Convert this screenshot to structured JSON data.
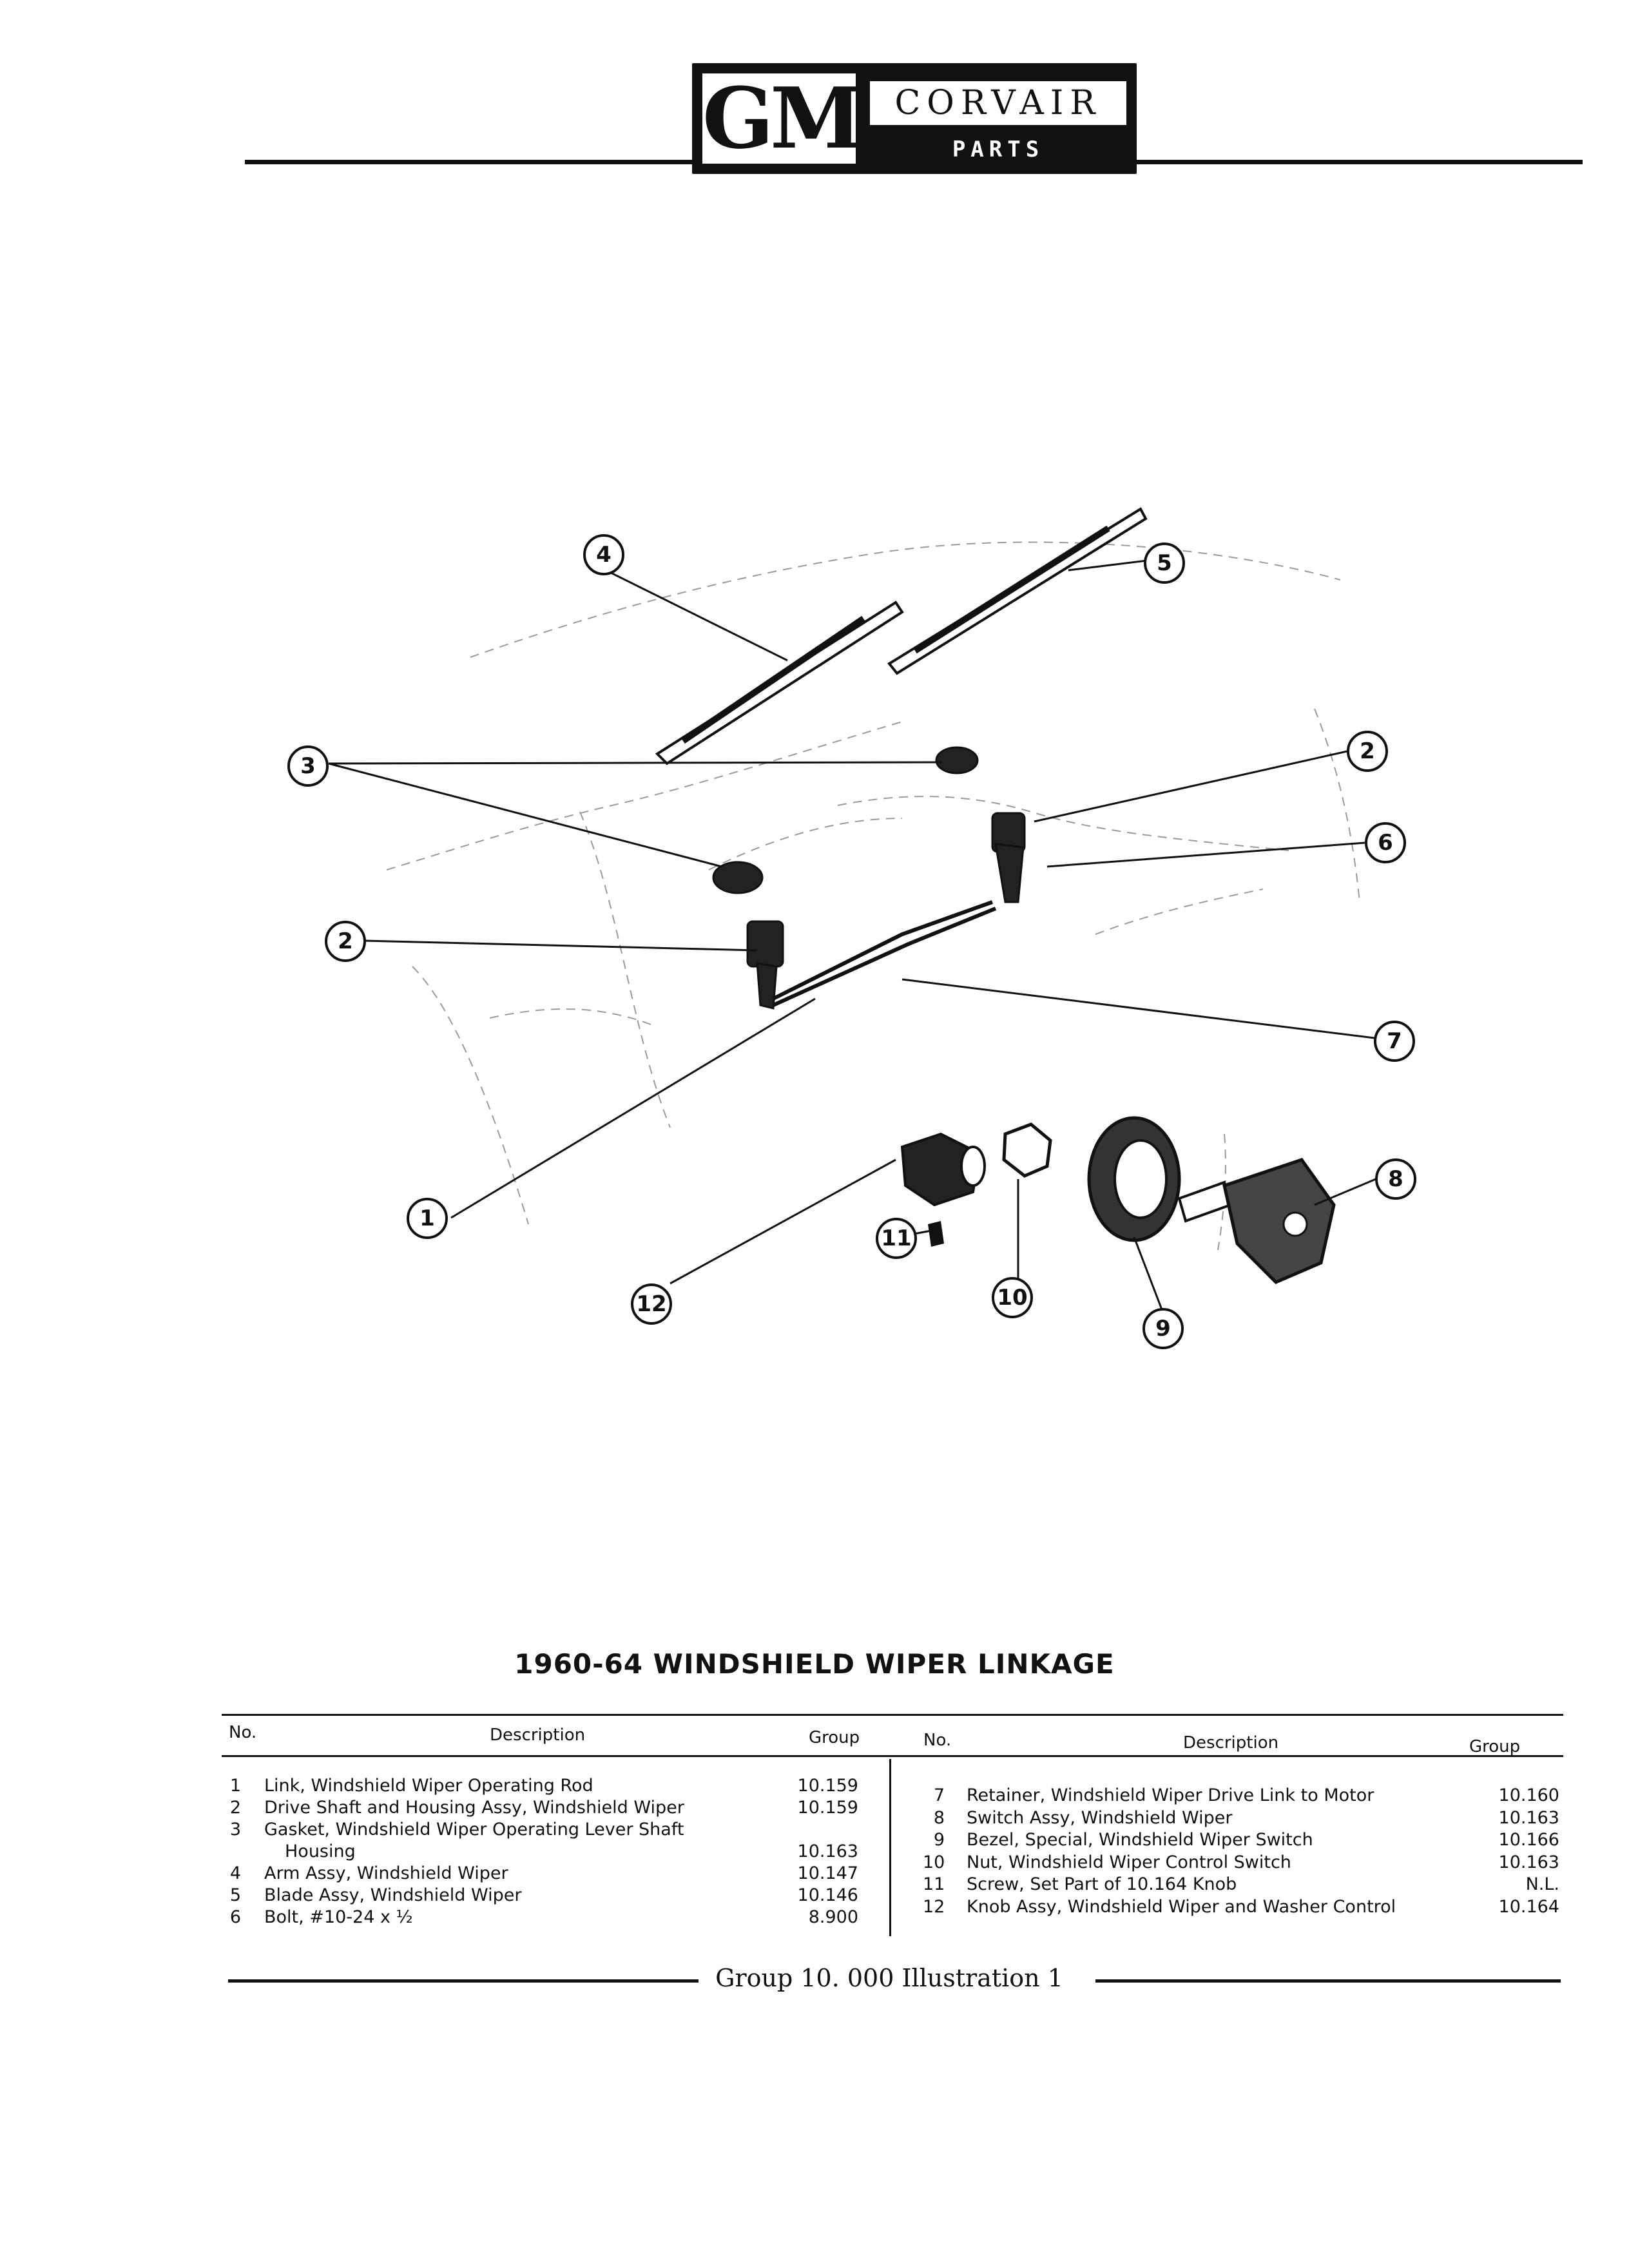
{
  "header": {
    "logo_text": "GM",
    "brand": "CORVAIR",
    "subtitle": "PARTS CATALOGUE"
  },
  "callouts": [
    "1",
    "2",
    "2",
    "3",
    "4",
    "5",
    "6",
    "7",
    "8",
    "9",
    "10",
    "11",
    "12"
  ],
  "title": "1960-64 WINDSHIELD WIPER LINKAGE",
  "table": {
    "headers": {
      "no": "No.",
      "description": "Description",
      "group": "Group"
    },
    "left": [
      {
        "no": "1",
        "desc": "Link, Windshield Wiper Operating Rod",
        "group": "10.159"
      },
      {
        "no": "2",
        "desc": "Drive Shaft and Housing Assy, Windshield Wiper",
        "group": "10.159"
      },
      {
        "no": "3",
        "desc": "Gasket, Windshield Wiper Operating Lever Shaft",
        "group": ""
      },
      {
        "no": "",
        "desc": "Housing",
        "group": "10.163"
      },
      {
        "no": "4",
        "desc": "Arm Assy, Windshield Wiper",
        "group": "10.147"
      },
      {
        "no": "5",
        "desc": "Blade Assy, Windshield Wiper",
        "group": "10.146"
      },
      {
        "no": "6",
        "desc": "Bolt, #10-24 x ½",
        "group": "8.900"
      }
    ],
    "right": [
      {
        "no": "7",
        "desc": "Retainer, Windshield Wiper Drive Link to Motor",
        "group": "10.160"
      },
      {
        "no": "8",
        "desc": "Switch Assy, Windshield Wiper",
        "group": "10.163"
      },
      {
        "no": "9",
        "desc": "Bezel, Special, Windshield Wiper Switch",
        "group": "10.166"
      },
      {
        "no": "10",
        "desc": "Nut, Windshield Wiper Control Switch",
        "group": "10.163"
      },
      {
        "no": "11",
        "desc": "Screw, Set Part of 10.164 Knob",
        "group": "N.L."
      },
      {
        "no": "12",
        "desc": "Knob Assy, Windshield Wiper and Washer Control",
        "group": "10.164"
      }
    ]
  },
  "footer": "Group 10. 000 Illustration 1"
}
